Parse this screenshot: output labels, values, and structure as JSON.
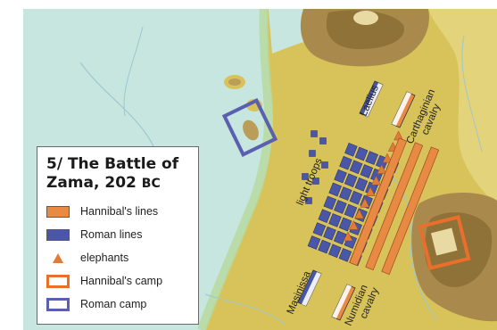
{
  "title": "5/ The Battle of Zama, 202 BC",
  "legend": {
    "title_line1": "5/ The Battle of",
    "title_line2": "Zama, 202",
    "title_era": "BC",
    "items": [
      {
        "label": "Hannibal's lines",
        "kind": "fill",
        "color": "#e88944"
      },
      {
        "label": "Roman lines",
        "kind": "fill",
        "color": "#4a57a8"
      },
      {
        "label": "elephants",
        "kind": "triangle",
        "color": "#e07b3a"
      },
      {
        "label": "Hannibal's camp",
        "kind": "outline",
        "color": "#e86f2c"
      },
      {
        "label": "Roman camp",
        "kind": "outline",
        "color": "#5a5fb0"
      }
    ]
  },
  "labels": {
    "laelius": "Laelius",
    "carthaginian_cavalry_1": "Carthaginian",
    "carthaginian_cavalry_2": "cavalry",
    "light_troops": "light troops",
    "masinissa": "Masinissa",
    "numidian_cavalry_1": "Numidian",
    "numidian_cavalry_2": "cavalry"
  },
  "colors": {
    "water": "#c7e6df",
    "land": "#d9c25a",
    "highland": "#a98a4c",
    "roman": "#4a57a8",
    "hannibal": "#e88944"
  }
}
